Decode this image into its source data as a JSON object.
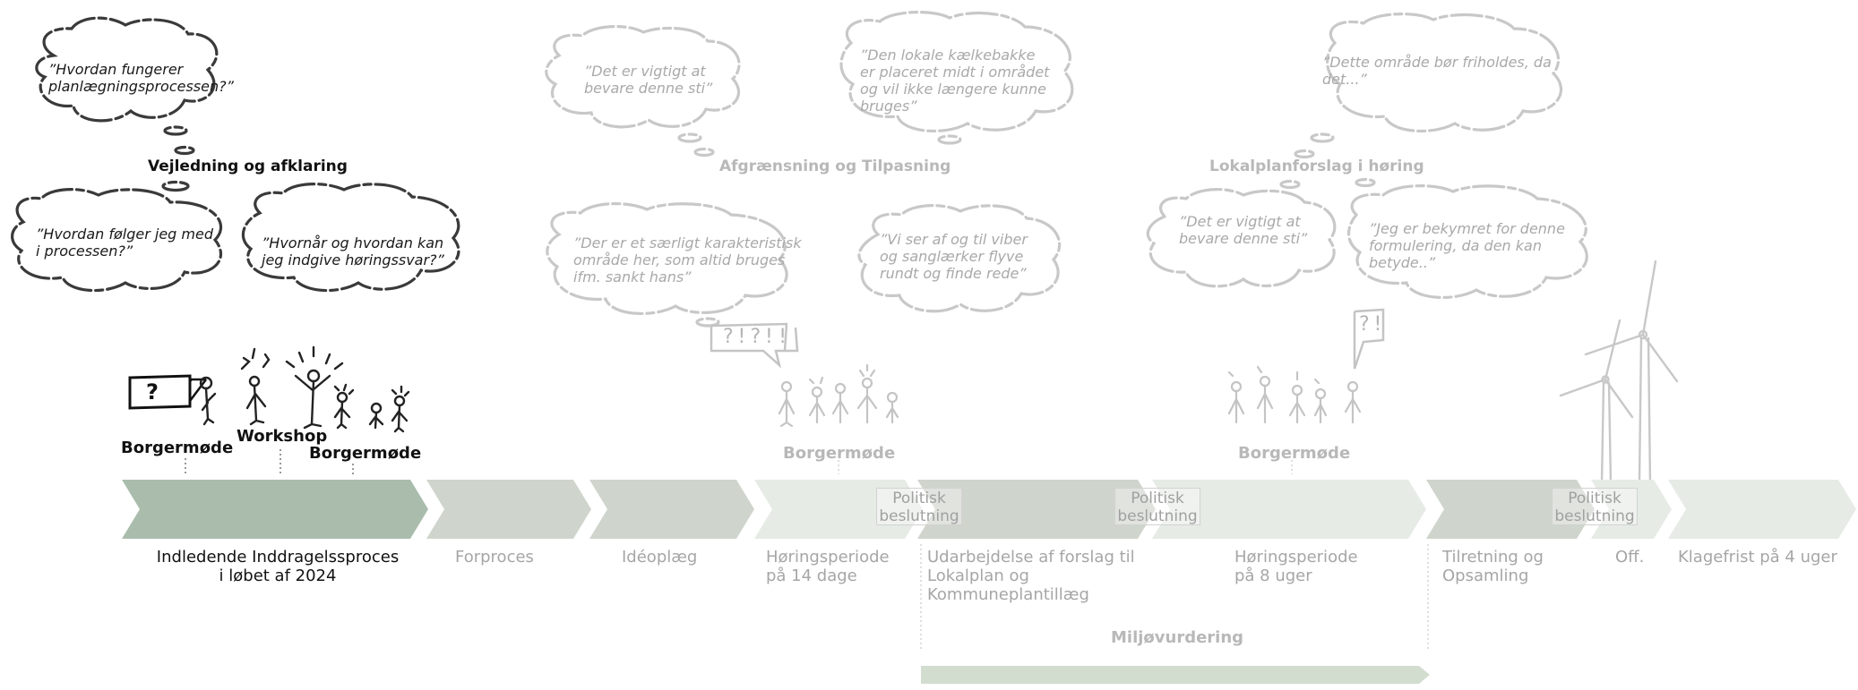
{
  "headings": {
    "vejledning": "Vejledning og afklaring",
    "afgraensning": "Afgrænsning og Tilpasning",
    "lokalplanforslag": "Lokalplanforslag i høring"
  },
  "thoughts": {
    "t1": "”Hvordan fungerer\nplanlægningsprocessen?”",
    "t2": "”Hvordan følger jeg med\ni processen?”",
    "t3": "”Hvornår og hvordan kan\njeg indgive høringssvar?”",
    "t4": "”Det er vigtigt at\nbevare denne sti”",
    "t5": "”Den lokale kælkebakke\ner placeret midt i området\nog vil ikke længere kunne\nbruges”",
    "t6": "”Der er et særligt karakteristisk\nområde her, som altid bruges\nifm. sankt hans”",
    "t7": "”Vi ser af og til viber\nog sanglærker flyve\nrundt og finde rede”",
    "t8": "”Dette område bør friholdes, da\ndet...”",
    "t9": "”Det er vigtigt at\nbevare denne sti”",
    "t10": "”Jeg er bekymret for denne\nformulering, da den kan\nbetyde..”"
  },
  "meetings": {
    "borgermode1": "Borgermøde",
    "workshop": "Workshop",
    "borgermode2": "Borgermøde",
    "borgermode3": "Borgermøde",
    "borgermode4": "Borgermøde"
  },
  "speech": {
    "s1": "?!?!!",
    "s2": "?!",
    "q": "?"
  },
  "phases": {
    "p1": "Indledende Inddragelssproces\ni løbet af 2024",
    "p2": "Forproces",
    "p3": "Idéoplæg",
    "p4": "Høringsperiode\npå 14 dage",
    "p5": "Udarbejdelse af forslag til\nLokalplan og\nKommuneplantillæg",
    "p6": "Høringsperiode\npå 8 uger",
    "p7": "Tilretning og\nOpsamling",
    "p8": "Off.",
    "p9": "Klagefrist på 4 uger"
  },
  "politisk": {
    "b1": "Politisk\nbeslutning",
    "b2": "Politisk\nbeslutning",
    "b3": "Politisk\nbeslutning"
  },
  "miljo": "Miljøvurdering",
  "colors": {
    "arrow_active": "#aabdad",
    "arrow_mid": "#cfd5cc",
    "arrow_light": "#e6ebe6",
    "miljo_bar": "#d2ddd0"
  }
}
